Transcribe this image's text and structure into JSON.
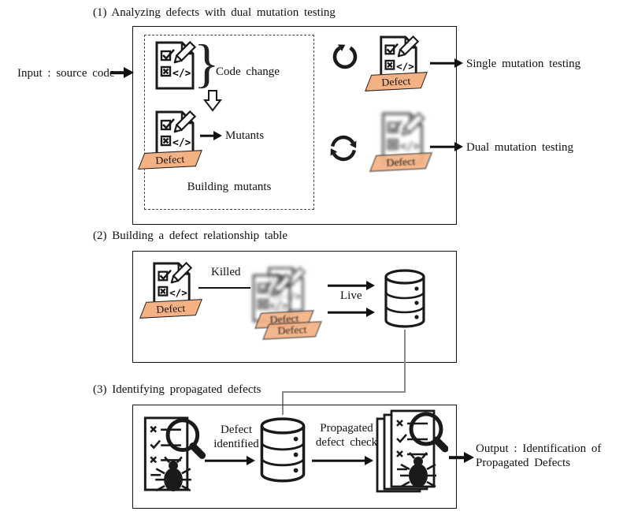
{
  "shared": {
    "defect_tag_label": "Defect",
    "code_glyph": "</>",
    "brace_glyph": "}"
  },
  "colors": {
    "defect_fill": "#F4B183",
    "ink": "#1a1a1a",
    "connector_gray": "#8a8a8a"
  },
  "input": {
    "label": "Input : source code"
  },
  "section1": {
    "title": "(1) Analyzing defects with dual mutation testing",
    "code_change_label": "Code change",
    "mutants_label": "Mutants",
    "building_mutants_label": "Building mutants",
    "single_output_label": "Single mutation testing",
    "dual_output_label": "Dual mutation testing"
  },
  "section2": {
    "title": "(2) Building a defect relationship table",
    "killed_label": "Killed",
    "live_label": "Live"
  },
  "section3": {
    "title": "(3) Identifying propagated defects",
    "defect_identified_label": "Defect identified",
    "propagated_check_label": "Propagated defect check",
    "output_label": "Output : Identification of Propagated Defects"
  }
}
